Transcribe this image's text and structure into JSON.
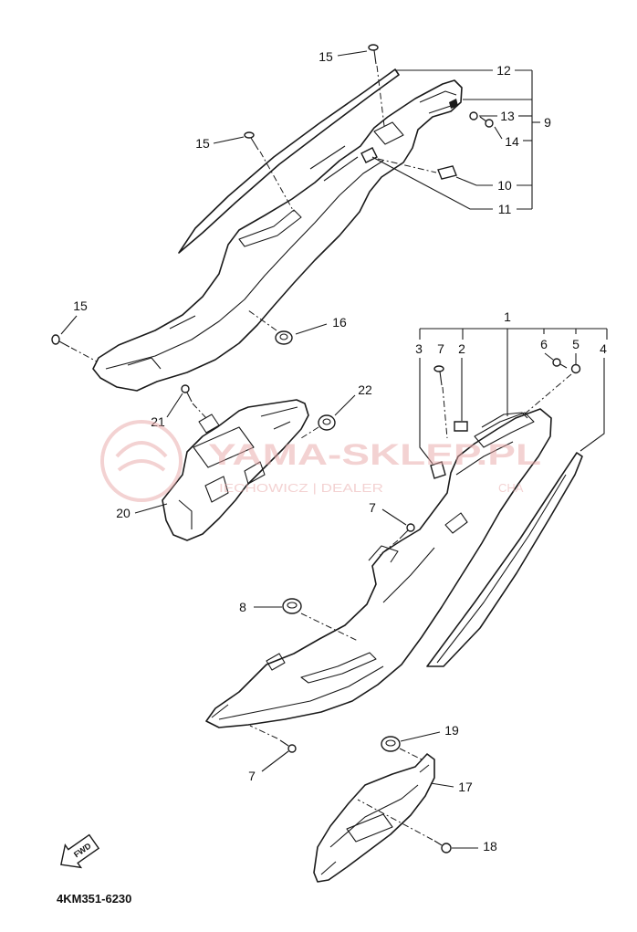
{
  "figure": {
    "code": "4KM351-6230"
  },
  "callouts": {
    "p15_top": "15",
    "p12": "12",
    "p13": "13",
    "p14": "14",
    "p9": "9",
    "p10": "10",
    "p11": "11",
    "p15_mid": "15",
    "p15_left": "15",
    "p16": "16",
    "p1": "1",
    "p3": "3",
    "p7_upper": "7",
    "p2": "2",
    "p6": "6",
    "p5": "5",
    "p4": "4",
    "p21": "21",
    "p22": "22",
    "p20": "20",
    "p7_mid": "7",
    "p8": "8",
    "p7_lower": "7",
    "p19": "19",
    "p17": "17",
    "p18": "18"
  },
  "fwd_icon": {
    "icon": "fwd-arrow-icon",
    "label": "FWD"
  },
  "watermark": {
    "logo": "circle-logo-icon",
    "line1": "YAMA-SKLEP.PL",
    "line2_left": "IECHOWICZ | DEALER",
    "line2_right": "CHA",
    "color": "#e9a7a7"
  },
  "colors": {
    "line": "#1a1a1a",
    "background": "#ffffff"
  }
}
